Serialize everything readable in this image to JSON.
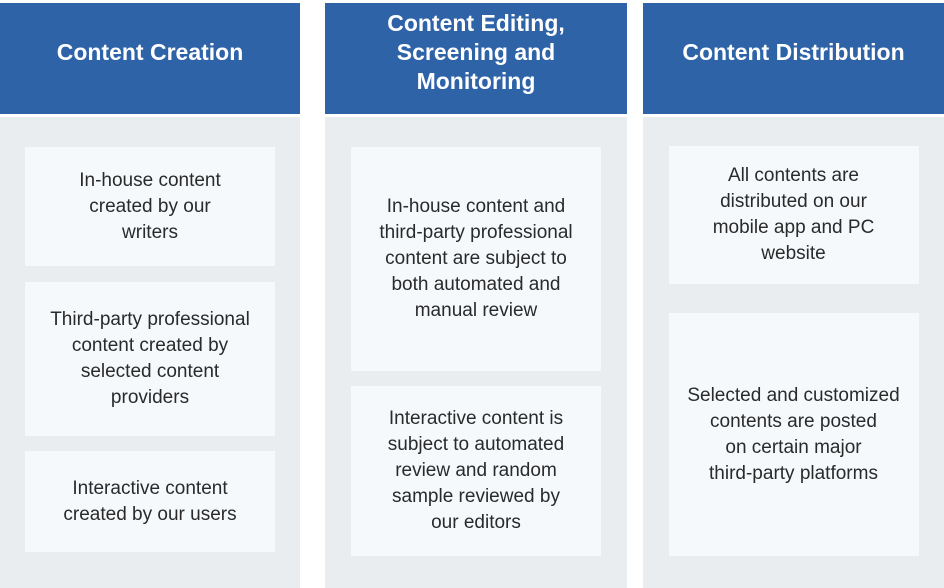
{
  "colors": {
    "header_bg": "#2e63a8",
    "header_text": "#ffffff",
    "column_bg": "#e9edf0",
    "card_bg": "#f5f9fc",
    "card_text": "#2a2a2a",
    "page_bg": "#ffffff"
  },
  "columns": [
    {
      "header": "Content Creation",
      "cards": [
        "In-house content\ncreated by our\nwriters",
        "Third-party professional\ncontent created by\nselected content\nproviders",
        "Interactive content\ncreated by our users"
      ]
    },
    {
      "header": "Content Editing,\nScreening and\nMonitoring",
      "cards": [
        "In-house content and\nthird-party professional\ncontent are subject to\nboth automated and\nmanual review",
        "Interactive content is\nsubject to automated\nreview and random\nsample reviewed by\nour editors"
      ]
    },
    {
      "header": "Content Distribution",
      "cards": [
        "All contents are\ndistributed on our\nmobile app and PC\nwebsite",
        "Selected and customized\ncontents are posted\non certain major\nthird-party platforms"
      ]
    }
  ]
}
